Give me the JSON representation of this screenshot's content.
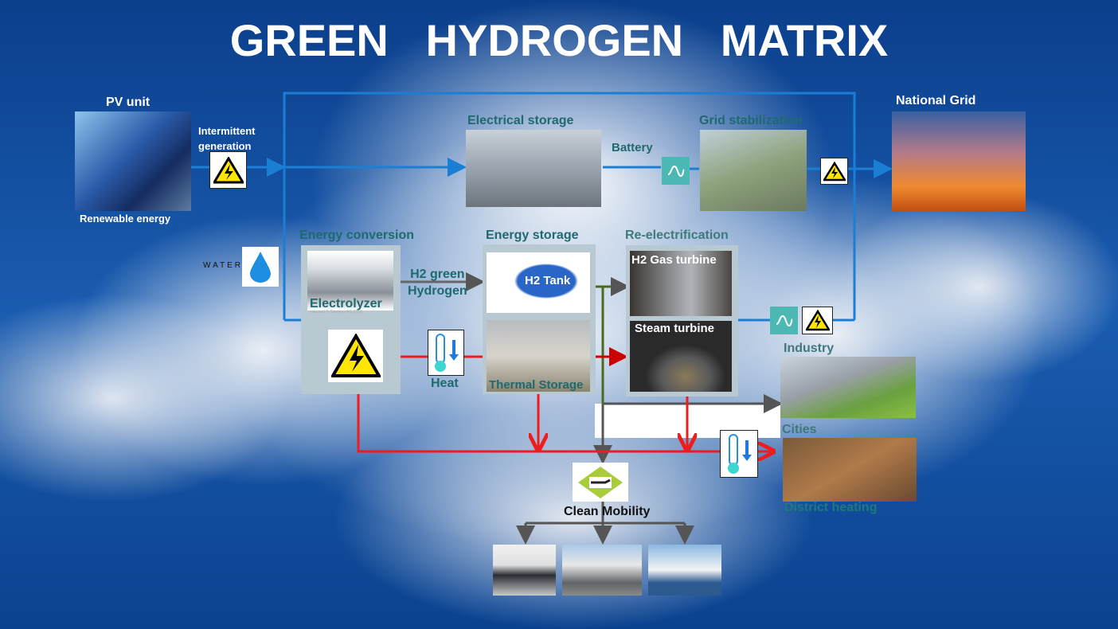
{
  "title": "GREEN   HYDROGEN   MATRIX",
  "pv": {
    "label": "PV unit",
    "sub": "Renewable energy",
    "intermittent": "Intermittent generation"
  },
  "electrical_storage": {
    "label": "Electrical storage",
    "battery": "Battery"
  },
  "grid_stabilization": "Grid  stabilization",
  "national_grid": "National Grid",
  "water": "WATER",
  "energy_conversion": {
    "label": "Energy conversion",
    "electrolyzer": "Electrolyzer",
    "caption": "estricted © Siemens AG 2019"
  },
  "h2_flow": {
    "line1": "H2 green",
    "line2": "Hydrogen"
  },
  "heat": "Heat",
  "energy_storage": {
    "label": "Energy storage",
    "h2_tank": "H2 Tank",
    "thermal": "Thermal Storage"
  },
  "re_electrification": {
    "label": "Re-electrification",
    "gas": "H2 Gas turbine",
    "steam": "Steam turbine"
  },
  "industry": "Industry",
  "cities": "Cities",
  "district_heating": "District heating",
  "clean_mobility": "Clean Mobility",
  "colors": {
    "blue_line": "#1a7fd4",
    "red_line": "#ee1c1c",
    "gray_line": "#555555",
    "teal_text": "#1e6a6e"
  }
}
